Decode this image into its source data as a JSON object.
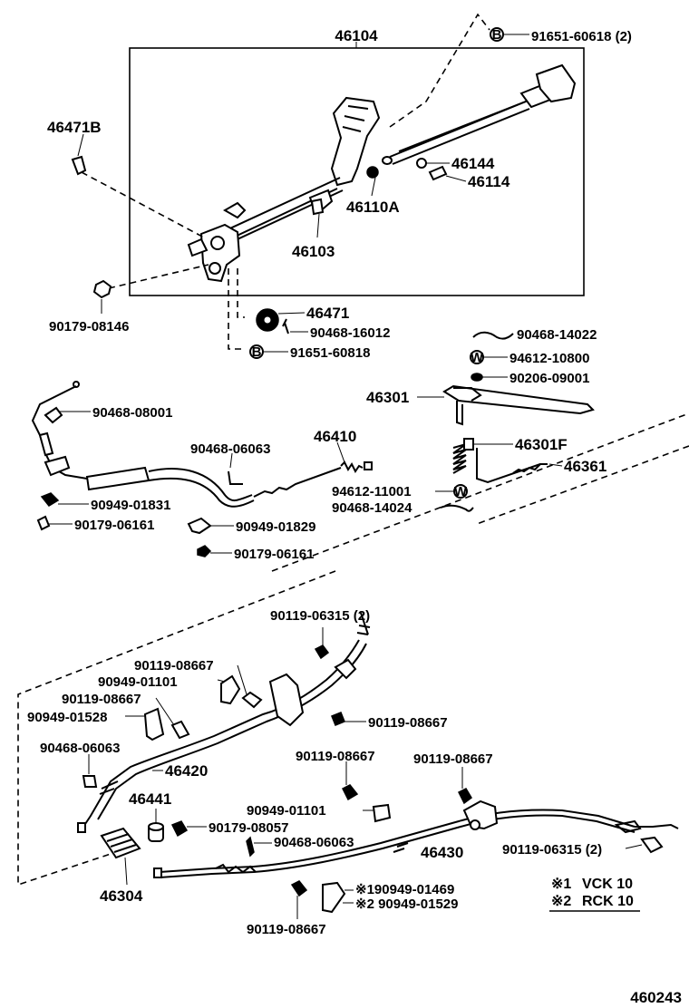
{
  "labels": {
    "assy_46104": "46104",
    "bolt_91651_60618": "91651-60618 (2)",
    "grip_46471B": "46471B",
    "nut_46144": "46144",
    "pin_46114": "46114",
    "nut_46110A": "46110A",
    "bracket_46103": "46103",
    "nut_90179_08146": "90179-08146",
    "pulley_46471": "46471",
    "pin_90468_16012": "90468-16012",
    "bolt_91651_60818": "91651-60818",
    "clip_90468_14022": "90468-14022",
    "washer_94612_10800": "94612-10800",
    "washer_90206_09001": "90206-09001",
    "lever_46301": "46301",
    "clip_90468_08001": "90468-08001",
    "spring_46301F": "46301F",
    "clip_90468_06063_a": "90468-06063",
    "cable_46410": "46410",
    "rod_46361": "46361",
    "washer_94612_11001": "94612-11001",
    "clip_90468_14024": "90468-14024",
    "clamp_90949_01831": "90949-01831",
    "nut_90179_06161_a": "90179-06161",
    "clamp_90949_01829": "90949-01829",
    "nut_90179_06161_b": "90179-06161",
    "bolt_90119_06315_top": "90119-06315 (2)",
    "bolt_90119_08667_a": "90119-08667",
    "clamp_90949_01101_a": "90949-01101",
    "bolt_90119_08667_b": "90119-08667",
    "clamp_90949_01528": "90949-01528",
    "bolt_90119_08667_c": "90119-08667",
    "clip_90468_06063_b": "90468-06063",
    "cable_46420": "46420",
    "bolt_90119_08667_d": "90119-08667",
    "bolt_90119_08667_e": "90119-08667",
    "bushing_46441": "46441",
    "clamp_90949_01101_b": "90949-01101",
    "nut_90179_08057": "90179-08057",
    "clip_90468_06063_c": "90468-06063",
    "cable_46430": "46430",
    "bolt_90119_06315_bottom": "90119-06315 (2)",
    "equalizer_46304": "46304",
    "clamp_90949_01469": "※190949-01469",
    "clamp_90949_01529": "※2 90949-01529",
    "bolt_90119_08667_f": "90119-08667",
    "drawing_number": "460243"
  },
  "legend": {
    "line1_mark": "※1",
    "line1_text": "VCK 10",
    "line2_mark": "※2",
    "line2_text": "RCK 10"
  },
  "symbols": {
    "bolt_mark": "B",
    "washer_mark": "W"
  }
}
